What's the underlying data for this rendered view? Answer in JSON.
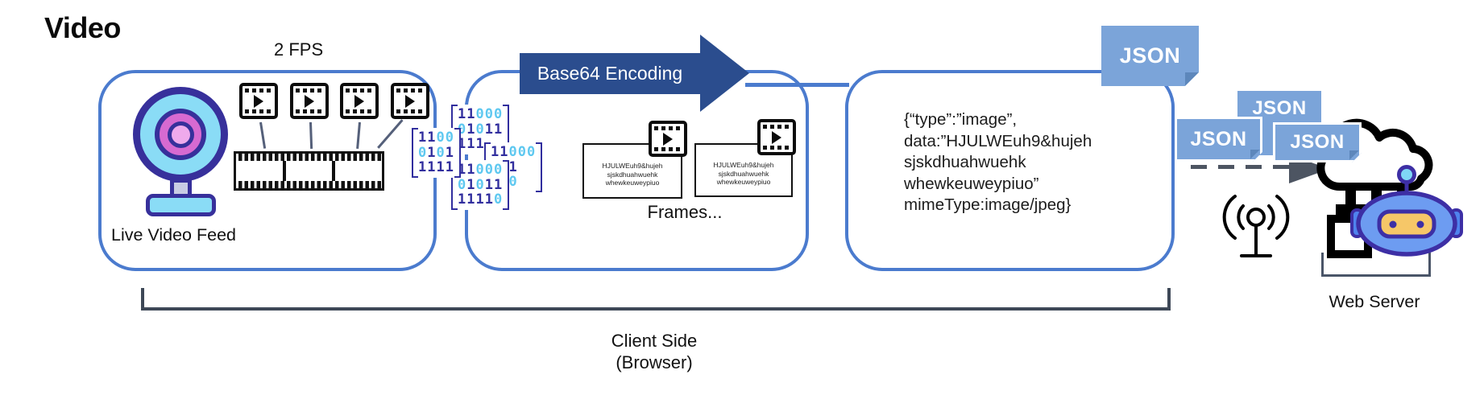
{
  "page": {
    "title": "Video"
  },
  "colors": {
    "box_border": "#4b7bce",
    "arrow_navy": "#2b4d8e",
    "badge_blue": "#7ba4d9",
    "binary_indigo": "#312e9e",
    "binary_cyan": "#5ec8f0",
    "robot_blue": "#6d9cf1",
    "visor_yellow": "#f6c768",
    "bracket_slate": "#3e4857"
  },
  "stage1": {
    "fps_label": "2 FPS",
    "caption": "Live Video Feed"
  },
  "binary": {
    "groups": [
      {
        "lines": [
          "1100",
          "0101",
          "1111"
        ]
      },
      {
        "lines": [
          "11000",
          "01011",
          "111"
        ]
      },
      {
        "lines": [
          "11000",
          "011",
          "110"
        ]
      },
      {
        "lines": [
          "11000",
          "01011",
          "11110"
        ]
      }
    ]
  },
  "stage2": {
    "arrow_label": "Base64 Encoding",
    "frame_lines": [
      "HJULWEuh9&hujeh",
      "sjskdhuahwuehk",
      "whewkeuweypiuo"
    ],
    "caption": "Frames..."
  },
  "stage3": {
    "payload_lines": [
      "{“type”:”image”,",
      "data:”HJULWEuh9&hujeh",
      "sjskdhuahwuehk",
      "whewkeuweypiuo”",
      "mimeType:image/jpeg}"
    ]
  },
  "badges": {
    "labels": [
      "JSON",
      "JSON",
      "JSON",
      "JSON"
    ]
  },
  "client_bracket": {
    "line1": "Client Side",
    "line2": "(Browser)"
  },
  "server": {
    "label": "Web Server"
  }
}
